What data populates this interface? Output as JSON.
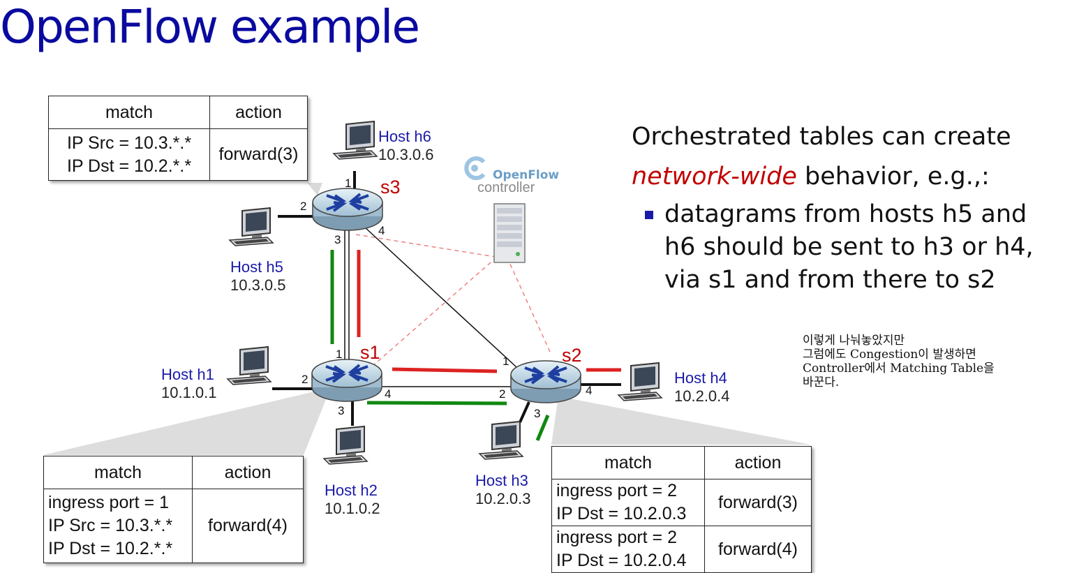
{
  "title": "OpenFlow example",
  "colors": {
    "title": "#0a0aa0",
    "host_label": "#1a1aa8",
    "switch_label": "#c00000",
    "path_green": "#118811",
    "path_red": "#dd2222",
    "controller_link": "#f08080"
  },
  "icons": [
    "computer-icon",
    "switch-icon",
    "server-icon",
    "openflow-logo-icon"
  ],
  "text": {
    "line1": "Orchestrated tables can create",
    "emphasis": "network-wide",
    "line2_rest": " behavior, e.g.,:",
    "bullet": "datagrams from hosts h5 and h6 should be sent to h3 or h4, via s1 and from there to s2",
    "note": "이렇게 나눠놓았지만\n그럼에도 Congestion이 발생하면\nController에서 Matching Table을\n바꾼다."
  },
  "controller": {
    "brand": "OpenFlow",
    "label": "controller"
  },
  "switches": {
    "s1": "s1",
    "s2": "s2",
    "s3": "s3"
  },
  "hosts": {
    "h1": {
      "name": "Host h1",
      "ip": "10.1.0.1"
    },
    "h2": {
      "name": "Host h2",
      "ip": "10.1.0.2"
    },
    "h3": {
      "name": "Host h3",
      "ip": "10.2.0.3"
    },
    "h4": {
      "name": "Host h4",
      "ip": "10.2.0.4"
    },
    "h5": {
      "name": "Host h5",
      "ip": "10.3.0.5"
    },
    "h6": {
      "name": "Host h6",
      "ip": "10.3.0.6"
    }
  },
  "ports": {
    "s3": {
      "p1": "1",
      "p2": "2",
      "p3": "3",
      "p4": "4"
    },
    "s1": {
      "p1": "1",
      "p2": "2",
      "p3": "3",
      "p4": "4"
    },
    "s2": {
      "p1": "1",
      "p2": "2",
      "p3": "3",
      "p4": "4"
    }
  },
  "tables": {
    "s3": {
      "header": {
        "match": "match",
        "action": "action"
      },
      "rows": [
        {
          "match": [
            "IP Src = 10.3.*.*",
            "IP Dst = 10.2.*.*"
          ],
          "action": "forward(3)"
        }
      ]
    },
    "s1": {
      "header": {
        "match": "match",
        "action": "action"
      },
      "rows": [
        {
          "match": [
            "ingress port = 1",
            "IP Src = 10.3.*.*",
            "IP Dst = 10.2.*.*"
          ],
          "action": "forward(4)"
        }
      ]
    },
    "s2": {
      "header": {
        "match": "match",
        "action": "action"
      },
      "rows": [
        {
          "match": [
            "ingress port = 2",
            "IP Dst = 10.2.0.3"
          ],
          "action": "forward(3)"
        },
        {
          "match": [
            "ingress port = 2",
            "IP Dst = 10.2.0.4"
          ],
          "action": "forward(4)"
        }
      ]
    }
  }
}
